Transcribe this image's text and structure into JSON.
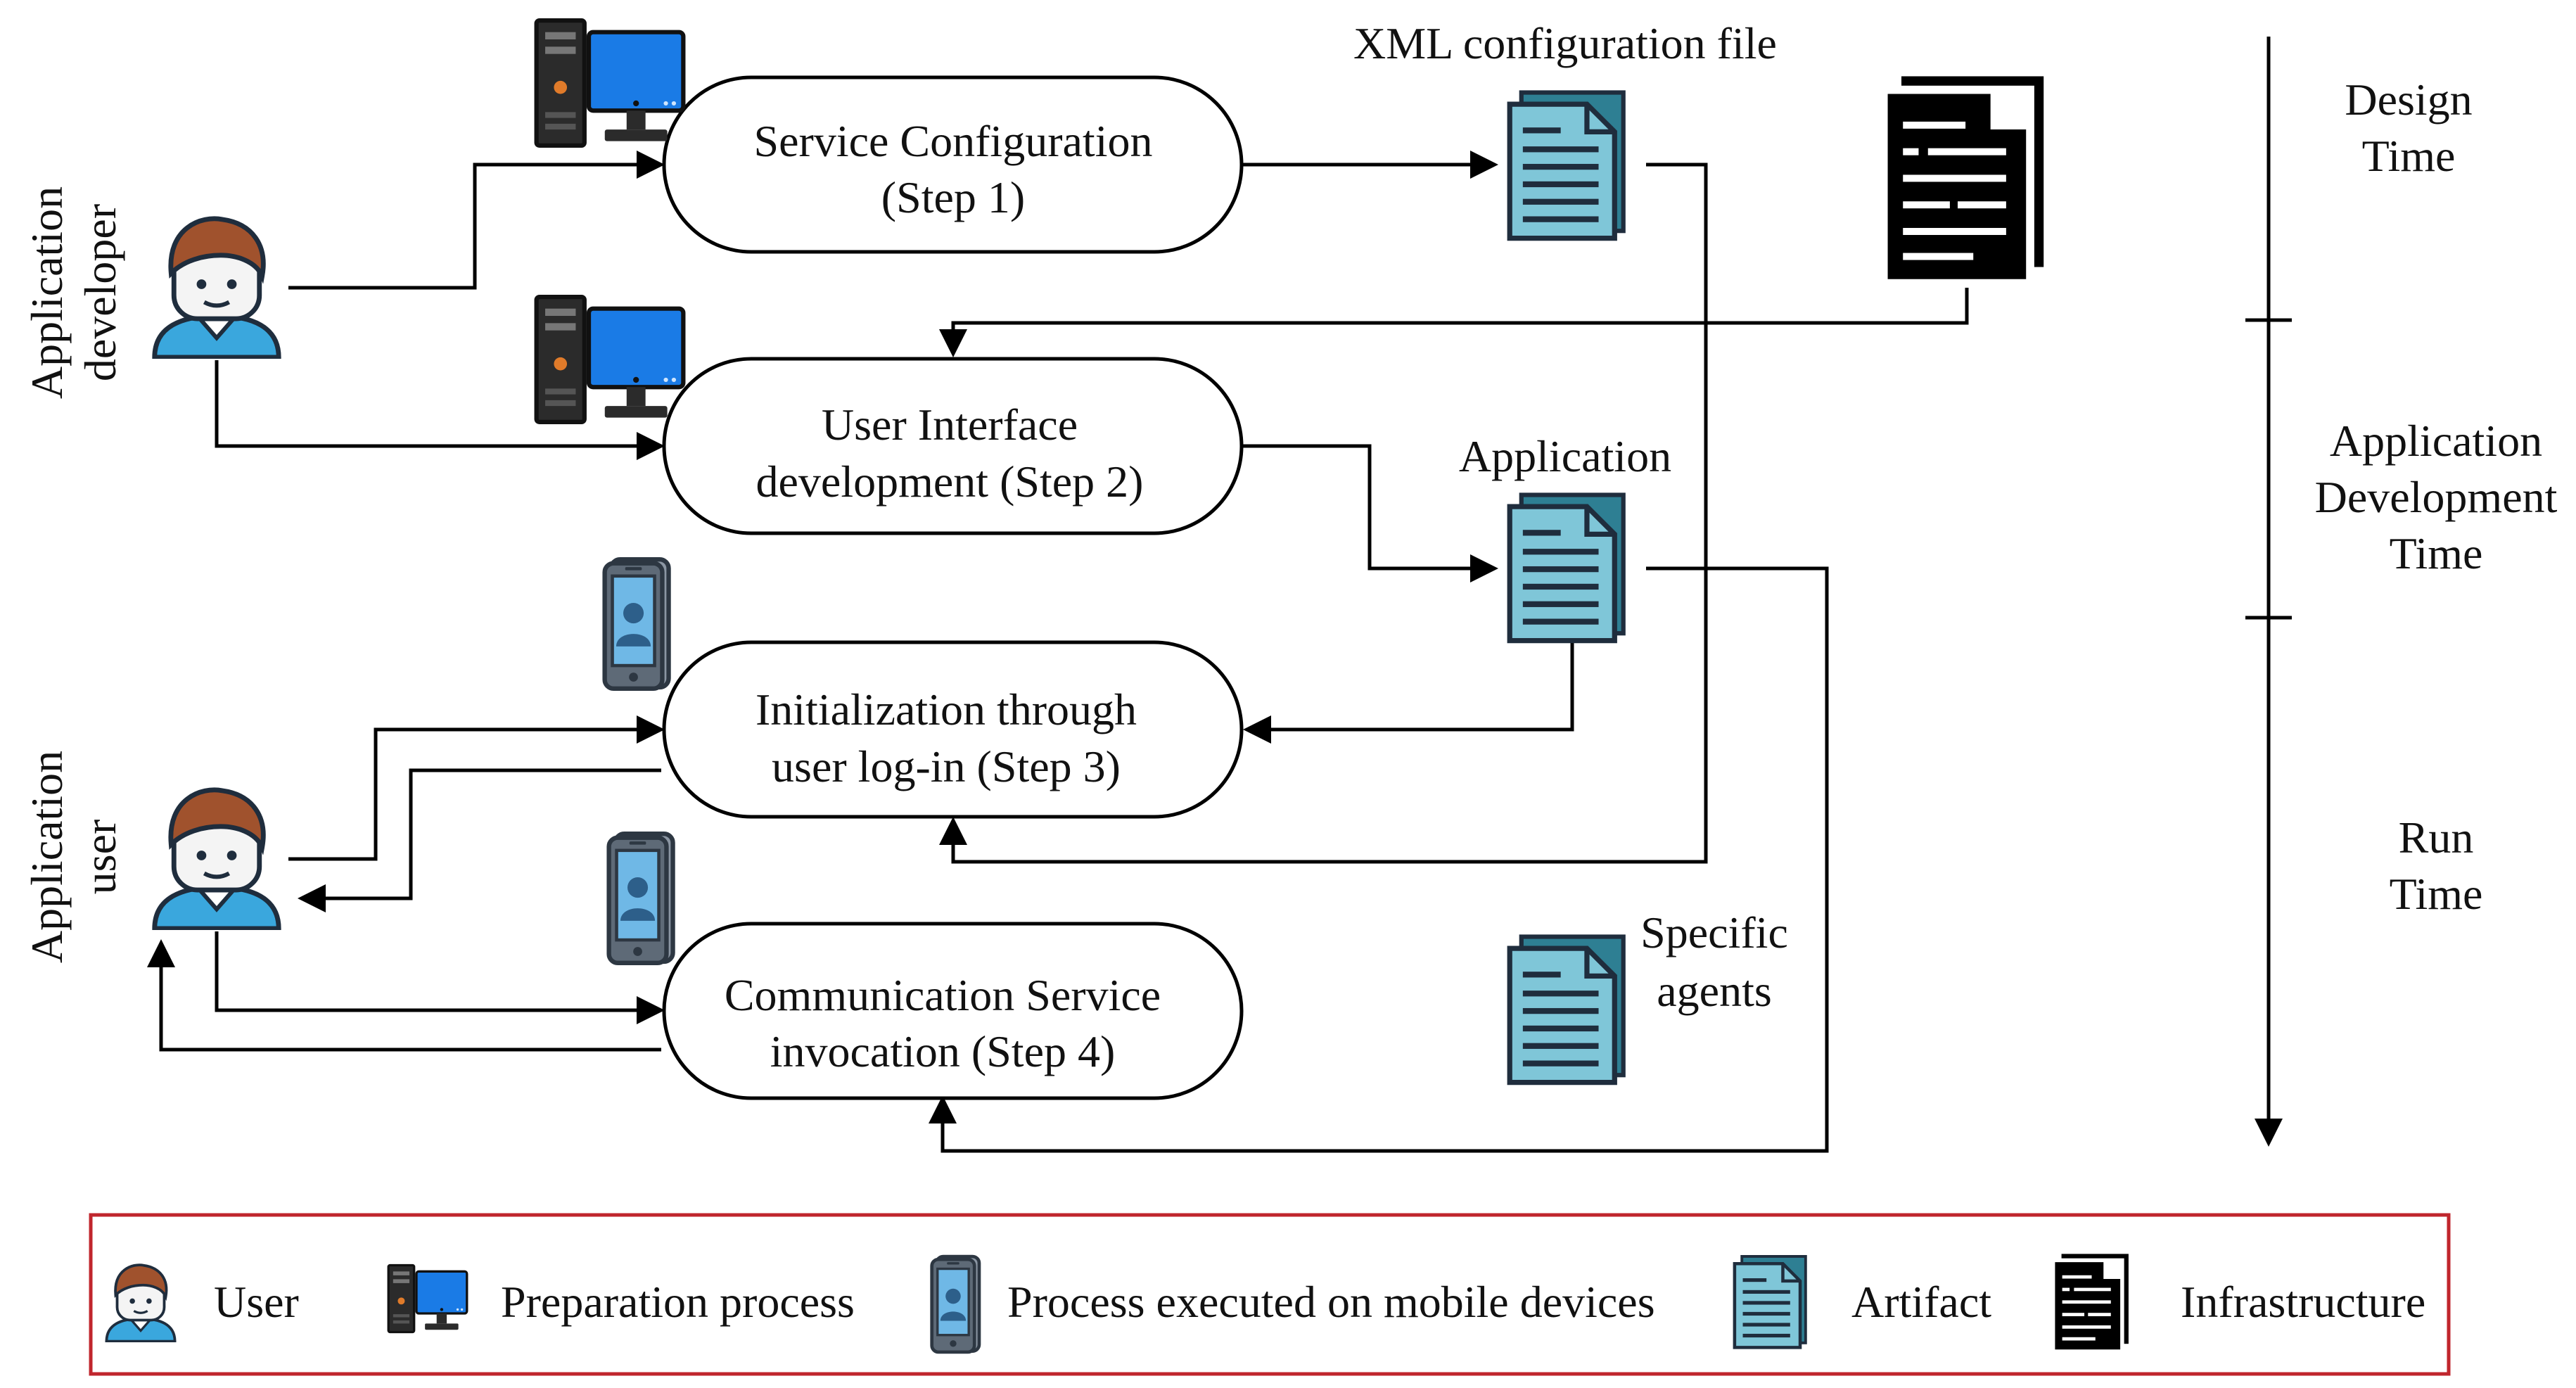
{
  "diagram": {
    "actors": {
      "developer": [
        "Application",
        "developer"
      ],
      "user": [
        "Application",
        "user"
      ]
    },
    "steps": {
      "step1": [
        "Service Configuration",
        "(Step 1)"
      ],
      "step2": [
        "User Interface",
        "development (Step 2)"
      ],
      "step3": [
        "Initialization through",
        "user log-in (Step 3)"
      ],
      "step4": [
        "Communication Service",
        "invocation  (Step 4)"
      ]
    },
    "artifacts": {
      "xml": "XML configuration file",
      "application": "Application",
      "agents": [
        "Specific",
        "agents"
      ]
    },
    "timeline": {
      "design": [
        "Design",
        "Time"
      ],
      "appdev": [
        "Application",
        "Development",
        "Time"
      ],
      "run": [
        "Run",
        "Time"
      ]
    },
    "legend": {
      "user": "User",
      "preparation": "Preparation process",
      "mobile": "Process executed on mobile devices",
      "artifact": "Artifact",
      "infrastructure": "Infrastructure"
    },
    "colors": {
      "artifact_fill": "#7fc6d8",
      "artifact_dark": "#2e7f93",
      "monitor_blue": "#1a7be6",
      "legend_border": "#c0262d",
      "shirt_blue": "#3aa7dd",
      "hair_brown": "#a0522d"
    }
  }
}
